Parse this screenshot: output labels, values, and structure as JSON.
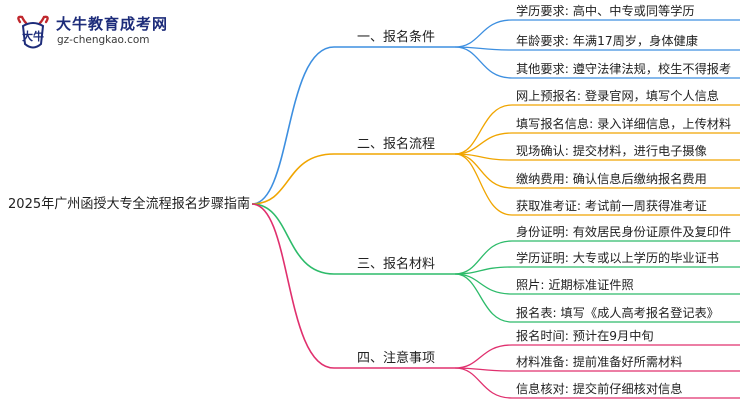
{
  "brand": {
    "title": "大牛教育成考网",
    "url": "gz-chengkao.com",
    "mark_text": "大牛"
  },
  "root": {
    "label": "2025年广州函授大专全流程报名步骤指南"
  },
  "branches": [
    {
      "label": "一、报名条件",
      "color": "#3d8fe0",
      "leaves": [
        "学历要求: 高中、中专或同等学历",
        "年龄要求: 年满17周岁，身体健康",
        "其他要求: 遵守法律法规，校生不得报考"
      ]
    },
    {
      "label": "二、报名流程",
      "color": "#f0a500",
      "leaves": [
        "网上预报名: 登录官网，填写个人信息",
        "填写报名信息: 录入详细信息，上传材料",
        "现场确认: 提交材料，进行电子摄像",
        "缴纳费用: 确认信息后缴纳报名费用",
        "获取准考证: 考试前一周获得准考证"
      ]
    },
    {
      "label": "三、报名材料",
      "color": "#2dbb6a",
      "leaves": [
        "身份证明: 有效居民身份证原件及复印件",
        "学历证明: 大专或以上学历的毕业证书",
        "照片: 近期标准证件照",
        "报名表: 填写《成人高考报名登记表》"
      ]
    },
    {
      "label": "四、注意事项",
      "color": "#e0306e",
      "leaves": [
        "报名时间: 预计在9月中旬",
        "材料准备: 提前准备好所需材料",
        "信息核对: 提交前仔细核对信息"
      ]
    }
  ]
}
